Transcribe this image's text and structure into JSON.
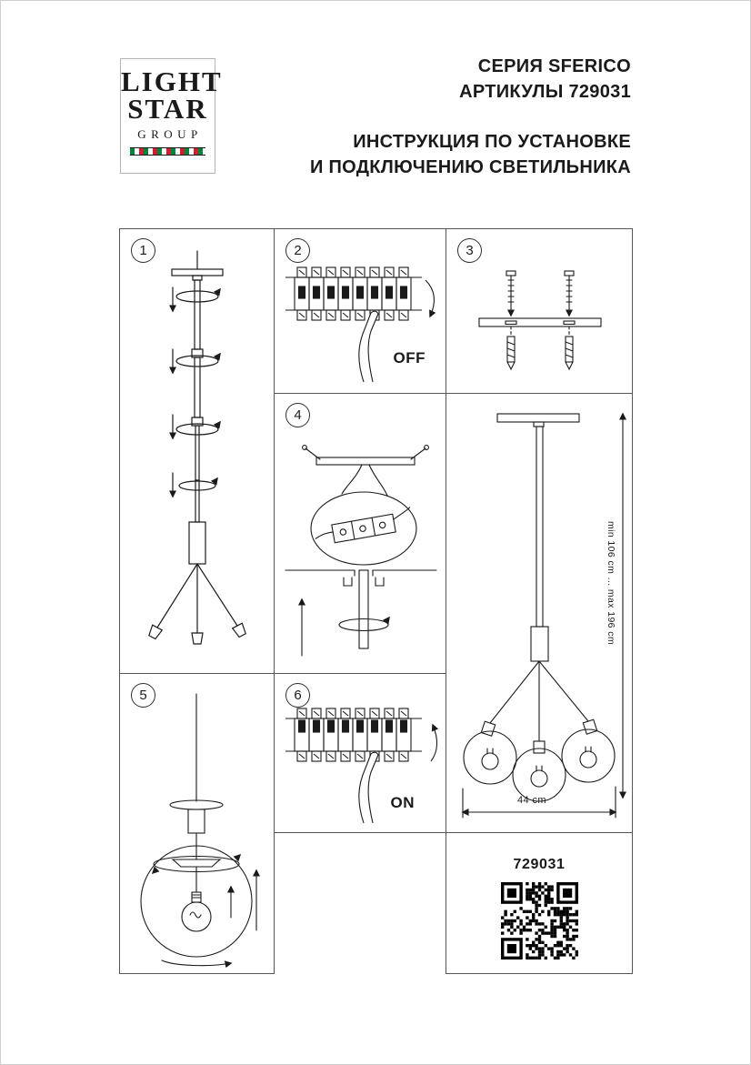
{
  "colors": {
    "ink": "#1a1a1a",
    "flag-green": "#00843d",
    "flag-red": "#cf2030"
  },
  "logo": {
    "line1": "LIGHT",
    "line2": "STAR",
    "line3": "GROUP"
  },
  "header": {
    "series": "СЕРИЯ SFERICO",
    "articles": "АРТИКУЛЫ 729031",
    "instruction_line1": "ИНСТРУКЦИЯ ПО УСТАНОВКЕ",
    "instruction_line2": "И ПОДКЛЮЧЕНИЮ СВЕТИЛЬНИКА"
  },
  "steps": {
    "step1": {
      "number": "1"
    },
    "step2": {
      "number": "2",
      "switch_label": "OFF"
    },
    "step3": {
      "number": "3"
    },
    "step4": {
      "number": "4"
    },
    "step5": {
      "number": "5"
    },
    "step6": {
      "number": "6",
      "switch_label": "ON"
    }
  },
  "result_panel": {
    "height_dimension": "min 106 cm ... max 196 cm",
    "width_dimension": "44 cm"
  },
  "footer": {
    "article": "729031"
  }
}
